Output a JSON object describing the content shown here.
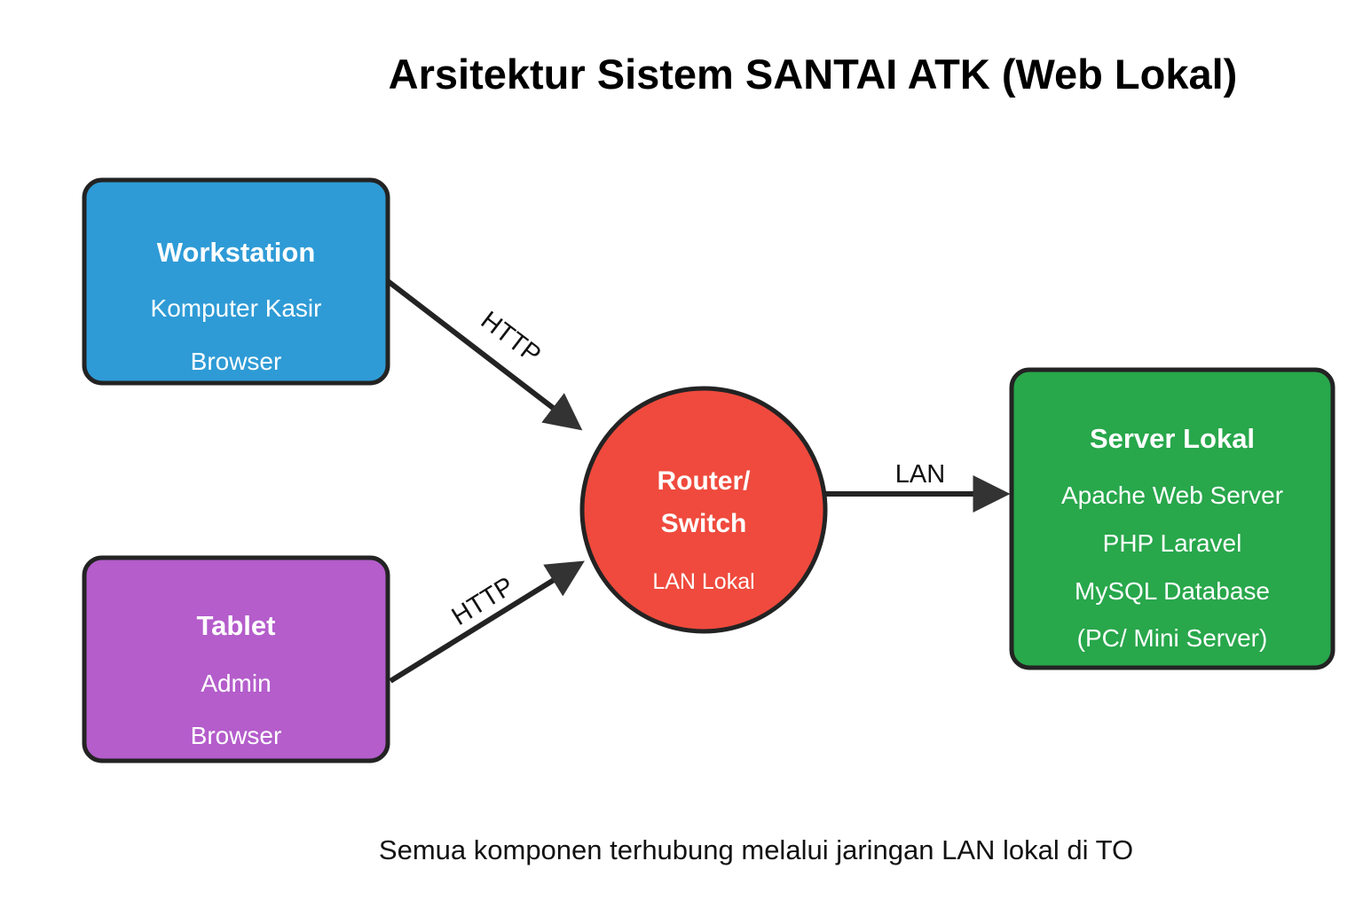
{
  "diagram": {
    "title": "Arsitektur Sistem SANTAI ATK (Web Lokal)",
    "footer": "Semua komponen terhubung melalui jaringan LAN lokal di TO",
    "colors": {
      "workstation": "#2E9BD6",
      "tablet": "#B45DCB",
      "router": "#EF4A3D",
      "server": "#28A74B",
      "stroke": "#232323",
      "text_on_node": "#ffffff",
      "background": "#ffffff"
    },
    "nodes": {
      "workstation": {
        "title": "Workstation",
        "lines": [
          "Komputer Kasir",
          "Browser"
        ]
      },
      "tablet": {
        "title": "Tablet",
        "lines": [
          "Admin",
          "Browser"
        ]
      },
      "router": {
        "title_line1": "Router/",
        "title_line2": "Switch",
        "subtitle": "LAN Lokal"
      },
      "server": {
        "title": "Server Lokal",
        "lines": [
          "Apache Web Server",
          "PHP Laravel",
          "MySQL Database",
          "(PC/ Mini Server)"
        ]
      }
    },
    "edges": [
      {
        "id": "workstation-to-router",
        "label": "HTTP",
        "from": "workstation",
        "to": "router"
      },
      {
        "id": "tablet-to-router",
        "label": "HTTP",
        "from": "tablet",
        "to": "router"
      },
      {
        "id": "router-to-server",
        "label": "LAN",
        "from": "router",
        "to": "server"
      }
    ]
  }
}
